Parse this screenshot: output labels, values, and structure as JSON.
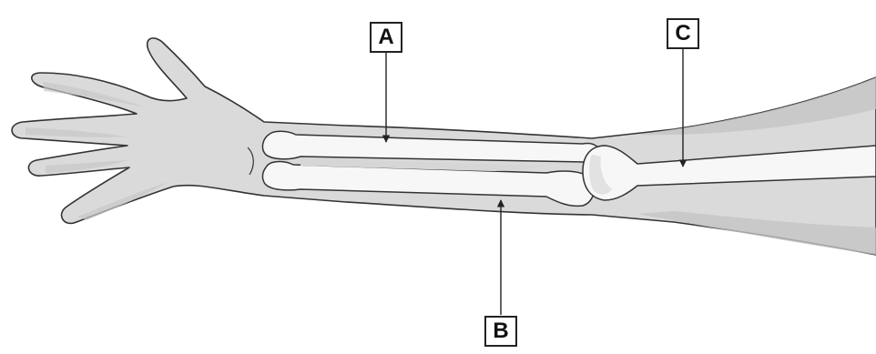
{
  "labels": {
    "a": "A",
    "b": "B",
    "c": "C"
  },
  "colors": {
    "skin": "#dadada",
    "skin_shadow": "#c2c2c2",
    "bone": "#f7f7f7",
    "outline": "#333333"
  }
}
